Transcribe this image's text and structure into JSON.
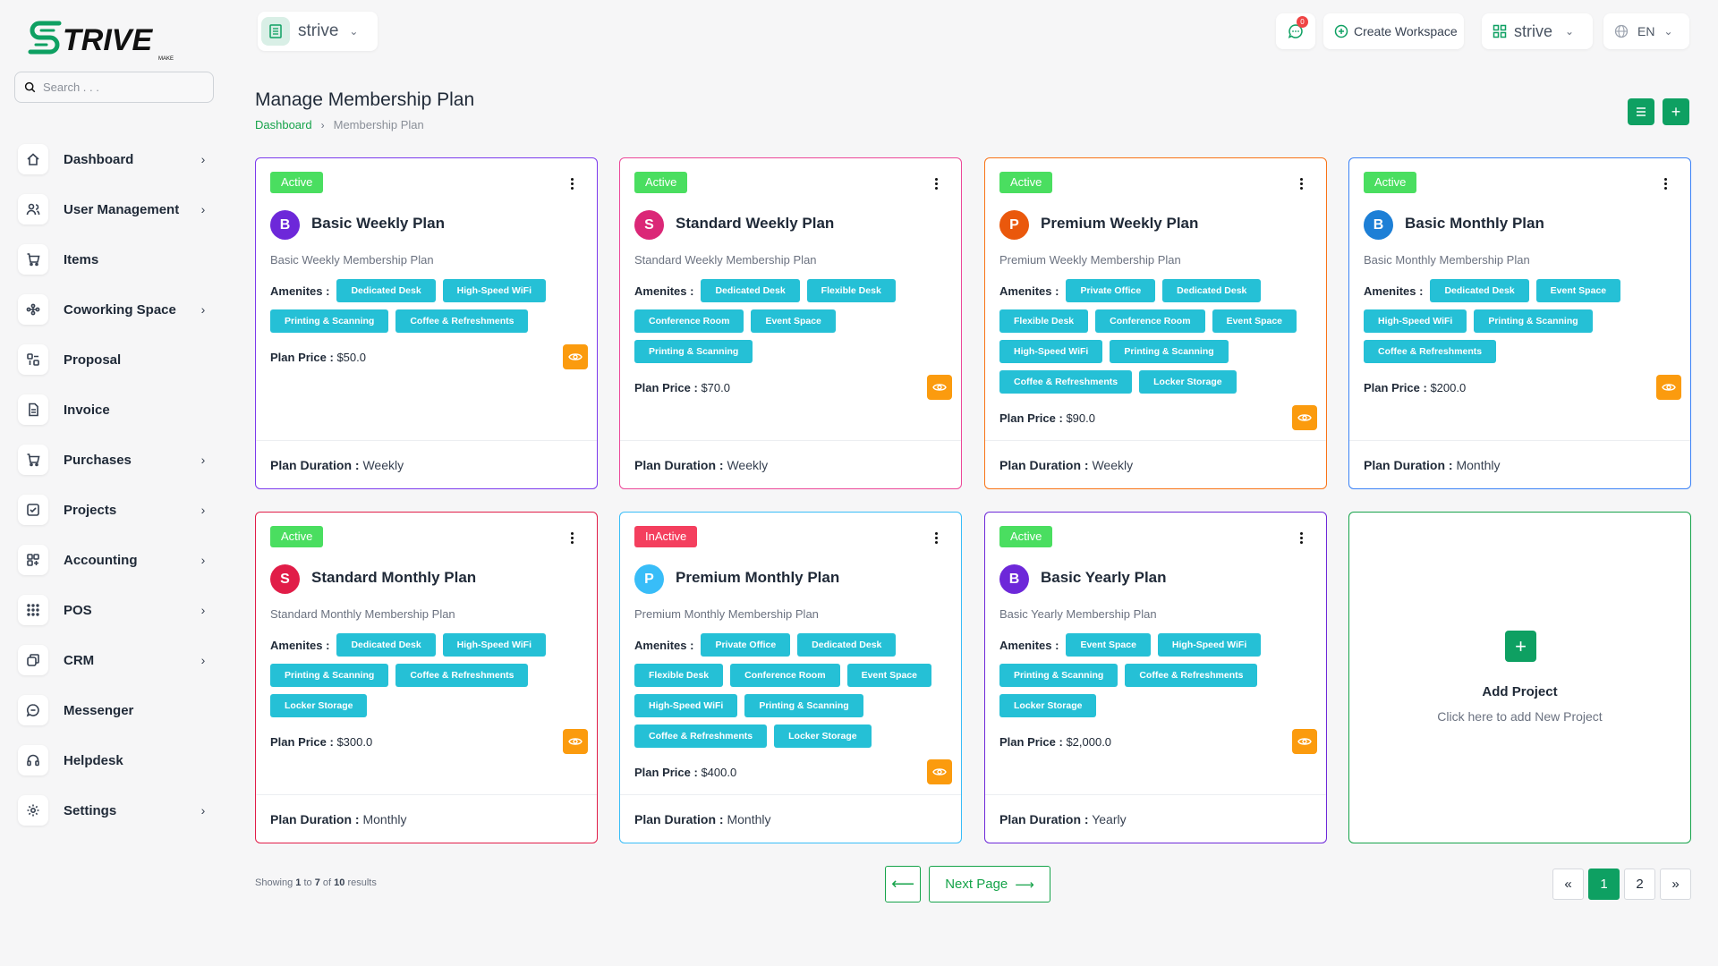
{
  "brand": {
    "name": "STRIVE",
    "tagline": "MAKE"
  },
  "search": {
    "placeholder": "Search . . ."
  },
  "sidebar": {
    "items": [
      {
        "label": "Dashboard",
        "icon": "home-icon",
        "chevron": true
      },
      {
        "label": "User Management",
        "icon": "users-icon",
        "chevron": true
      },
      {
        "label": "Items",
        "icon": "cart-icon",
        "chevron": false
      },
      {
        "label": "Coworking Space",
        "icon": "network-icon",
        "chevron": true
      },
      {
        "label": "Proposal",
        "icon": "proposal-icon",
        "chevron": false
      },
      {
        "label": "Invoice",
        "icon": "file-icon",
        "chevron": false
      },
      {
        "label": "Purchases",
        "icon": "cart-icon",
        "chevron": true
      },
      {
        "label": "Projects",
        "icon": "checkbox-icon",
        "chevron": true
      },
      {
        "label": "Accounting",
        "icon": "grid-icon",
        "chevron": true
      },
      {
        "label": "POS",
        "icon": "dots-grid-icon",
        "chevron": true
      },
      {
        "label": "CRM",
        "icon": "layers-icon",
        "chevron": true
      },
      {
        "label": "Messenger",
        "icon": "chat-icon",
        "chevron": false
      },
      {
        "label": "Helpdesk",
        "icon": "headset-icon",
        "chevron": false
      },
      {
        "label": "Settings",
        "icon": "gear-icon",
        "chevron": true
      }
    ]
  },
  "topbar": {
    "workspace_name": "strive",
    "messages_count": "0",
    "create_workspace": "Create Workspace",
    "workspace_menu": "strive",
    "language": "EN"
  },
  "page": {
    "title": "Manage Membership Plan",
    "breadcrumb": {
      "home": "Dashboard",
      "current": "Membership Plan"
    }
  },
  "labels": {
    "amenities": "Amenites :",
    "plan_price": "Plan Price :",
    "plan_duration": "Plan Duration :"
  },
  "plans": [
    {
      "status": "Active",
      "initial": "B",
      "name": "Basic Weekly Plan",
      "description": "Basic Weekly Membership Plan",
      "amenities": [
        "Dedicated Desk",
        "High-Speed WiFi",
        "Printing & Scanning",
        "Coffee & Refreshments"
      ],
      "price": "$50.0",
      "duration": "Weekly",
      "border": "#7c3aed",
      "avatar": "#6d28d9"
    },
    {
      "status": "Active",
      "initial": "S",
      "name": "Standard Weekly Plan",
      "description": "Standard Weekly Membership Plan",
      "amenities": [
        "Dedicated Desk",
        "Flexible Desk",
        "Conference Room",
        "Event Space",
        "Printing & Scanning"
      ],
      "price": "$70.0",
      "duration": "Weekly",
      "border": "#ec4899",
      "avatar": "#db2777"
    },
    {
      "status": "Active",
      "initial": "P",
      "name": "Premium Weekly Plan",
      "description": "Premium Weekly Membership Plan",
      "amenities": [
        "Private Office",
        "Dedicated Desk",
        "Flexible Desk",
        "Conference Room",
        "Event Space",
        "High-Speed WiFi",
        "Printing & Scanning",
        "Coffee & Refreshments",
        "Locker Storage"
      ],
      "price": "$90.0",
      "duration": "Weekly",
      "border": "#f97316",
      "avatar": "#ea580c"
    },
    {
      "status": "Active",
      "initial": "B",
      "name": "Basic Monthly Plan",
      "description": "Basic Monthly Membership Plan",
      "amenities": [
        "Dedicated Desk",
        "Event Space",
        "High-Speed WiFi",
        "Printing & Scanning",
        "Coffee & Refreshments"
      ],
      "price": "$200.0",
      "duration": "Monthly",
      "border": "#3b82f6",
      "avatar": "#1d7fd6"
    },
    {
      "status": "Active",
      "initial": "S",
      "name": "Standard Monthly Plan",
      "description": "Standard Monthly Membership Plan",
      "amenities": [
        "Dedicated Desk",
        "High-Speed WiFi",
        "Printing & Scanning",
        "Coffee & Refreshments",
        "Locker Storage"
      ],
      "price": "$300.0",
      "duration": "Monthly",
      "border": "#e11d48",
      "avatar": "#e11d48"
    },
    {
      "status": "InActive",
      "initial": "P",
      "name": "Premium Monthly Plan",
      "description": "Premium Monthly Membership Plan",
      "amenities": [
        "Private Office",
        "Dedicated Desk",
        "Flexible Desk",
        "Conference Room",
        "Event Space",
        "High-Speed WiFi",
        "Printing & Scanning",
        "Coffee & Refreshments",
        "Locker Storage"
      ],
      "price": "$400.0",
      "duration": "Monthly",
      "border": "#38bdf8",
      "avatar": "#38bdf8"
    },
    {
      "status": "Active",
      "initial": "B",
      "name": "Basic Yearly Plan",
      "description": "Basic Yearly Membership Plan",
      "amenities": [
        "Event Space",
        "High-Speed WiFi",
        "Printing & Scanning",
        "Coffee & Refreshments",
        "Locker Storage"
      ],
      "price": "$2,000.0",
      "duration": "Yearly",
      "border": "#6d28d9",
      "avatar": "#6d28d9"
    }
  ],
  "add_project": {
    "title": "Add Project",
    "subtitle": "Click here to add New Project"
  },
  "footer": {
    "showing_prefix": "Showing",
    "from": "1",
    "to_word": "to",
    "to": "7",
    "of_word": "of",
    "total": "10",
    "results_word": "results",
    "next_label": "Next Page",
    "pages": [
      "1",
      "2"
    ],
    "current_page": "1"
  },
  "colors": {
    "accent": "#0ea062",
    "active": "#4ade60",
    "inactive": "#f43f5e",
    "tag": "#25c0d6",
    "eye": "#fb9b0e"
  }
}
